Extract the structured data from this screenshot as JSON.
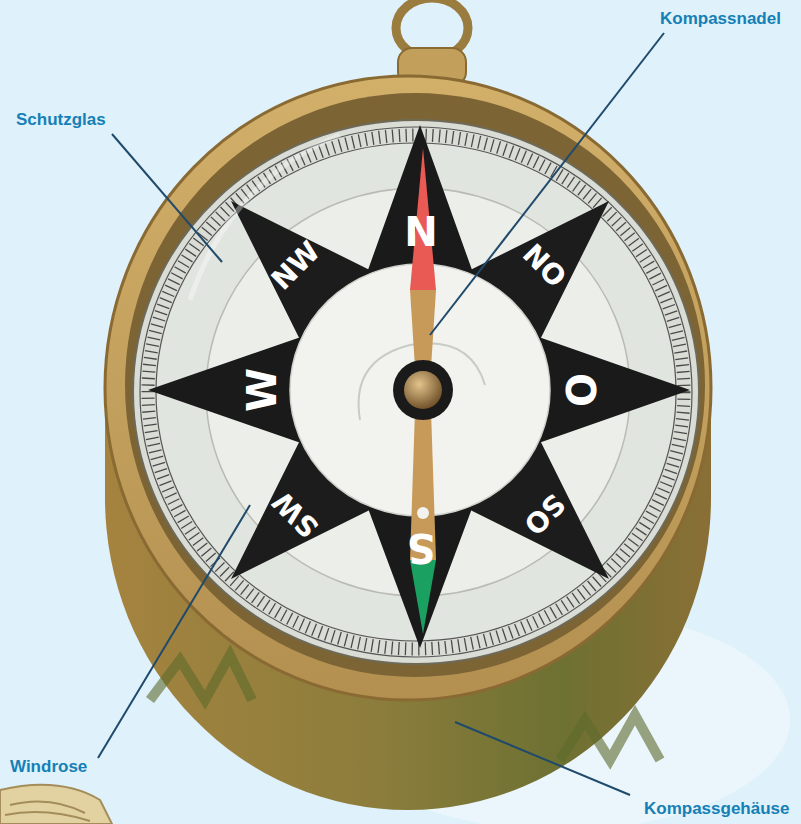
{
  "diagram": {
    "labels": [
      "Kompassnadel",
      "Schutzglas",
      "NW",
      "N",
      "NO",
      "W",
      "O",
      "SW",
      "S",
      "SO",
      "Windrose",
      "Kompassgehäuse"
    ]
  }
}
